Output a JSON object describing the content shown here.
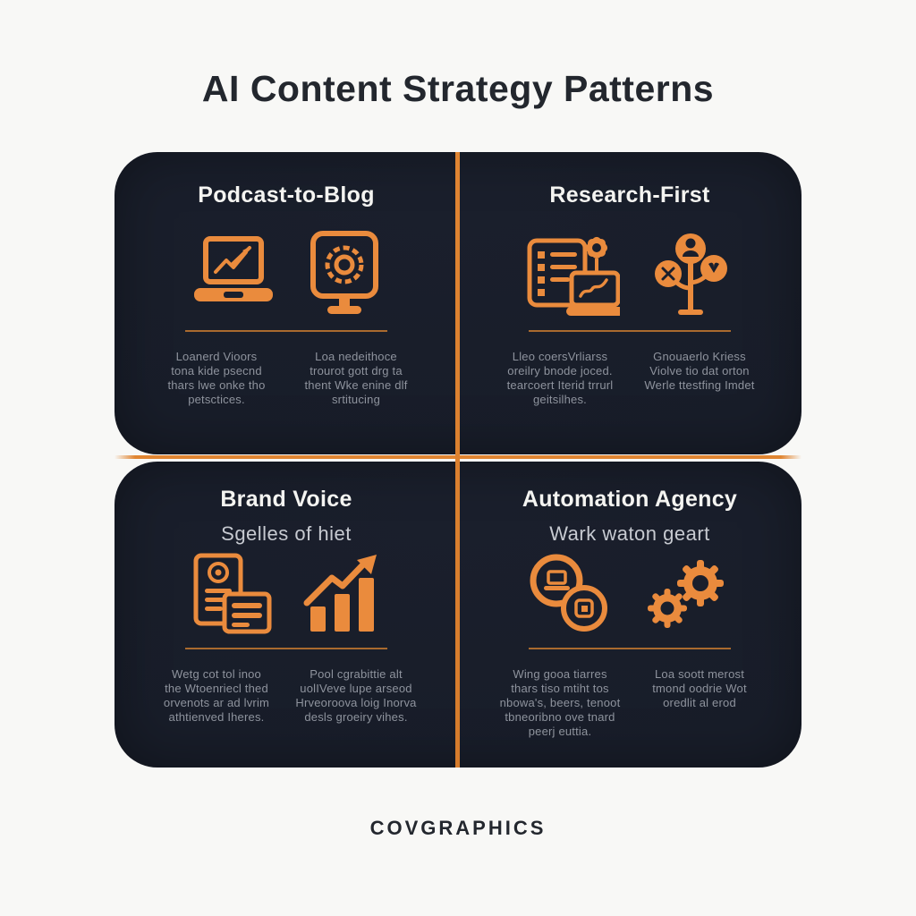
{
  "page": {
    "title": "AI Content Strategy Patterns",
    "footer": "COVGRAPHICS"
  },
  "colors": {
    "page_background": "#F8F8F6",
    "panel_background": "#1A1F2C",
    "accent_orange": "#EA8B3D",
    "grid_line_orange": "#E08532",
    "icon_divider": "#A96A2E",
    "heading_text": "#23272E",
    "panel_title_text": "#F4F4F1",
    "panel_subtitle_text": "#C7CAD1",
    "panel_body_text": "#8E939D"
  },
  "quadrants": [
    {
      "id": "podcast-to-blog",
      "title": "Podcast-to-Blog",
      "subtitle": "",
      "icons": [
        "laptop-pen-icon",
        "monitor-gear-icon"
      ],
      "columns": [
        {
          "text": "Loanerd Vioors\ntona kide psecnd\nthars lwe onke tho\npetsctices."
        },
        {
          "text": "Loa nedeithoce\ntrourot gott drg ta\nthent Wke enine dlf\nsrtitucing"
        }
      ]
    },
    {
      "id": "research-first",
      "title": "Research-First",
      "subtitle": "",
      "icons": [
        "checklist-laptop-icon",
        "people-tree-icon"
      ],
      "columns": [
        {
          "text": "Lleo coersVrliarss\noreilry bnode joced.\ntearcoert Iterid trrurl\ngeitsilhes."
        },
        {
          "text": "Gnouaerlo Kriess\nViolve tio dat orton\nWerle ttestfing Imdet"
        }
      ]
    },
    {
      "id": "brand-voice",
      "title": "Brand Voice",
      "subtitle": "Sgelles of hiet",
      "icons": [
        "document-card-icon",
        "growth-chart-icon"
      ],
      "columns": [
        {
          "text": "Wetg cot tol inoo\nthe Wtoenriecl thed\norvenots ar ad lvrim\nathtienved Iheres."
        },
        {
          "text": "Pool cgrabittie alt\nuolIVeve lupe arseod\nHrveoroova loig Inorva\ndesls groeiry vihes."
        }
      ]
    },
    {
      "id": "automation-agency",
      "title": "Automation Agency",
      "subtitle": "Wark waton geart",
      "icons": [
        "coins-icon",
        "gears-icon"
      ],
      "columns": [
        {
          "text": "Wing gooa tiarres\nthars tiso mtiht tos\nnbowa's, beers, tenoot\ntbneoribno ove tnard\npeerj euttia."
        },
        {
          "text": "Loa soott merost\ntmond oodrie Wot\noredlit al erod"
        }
      ]
    }
  ]
}
